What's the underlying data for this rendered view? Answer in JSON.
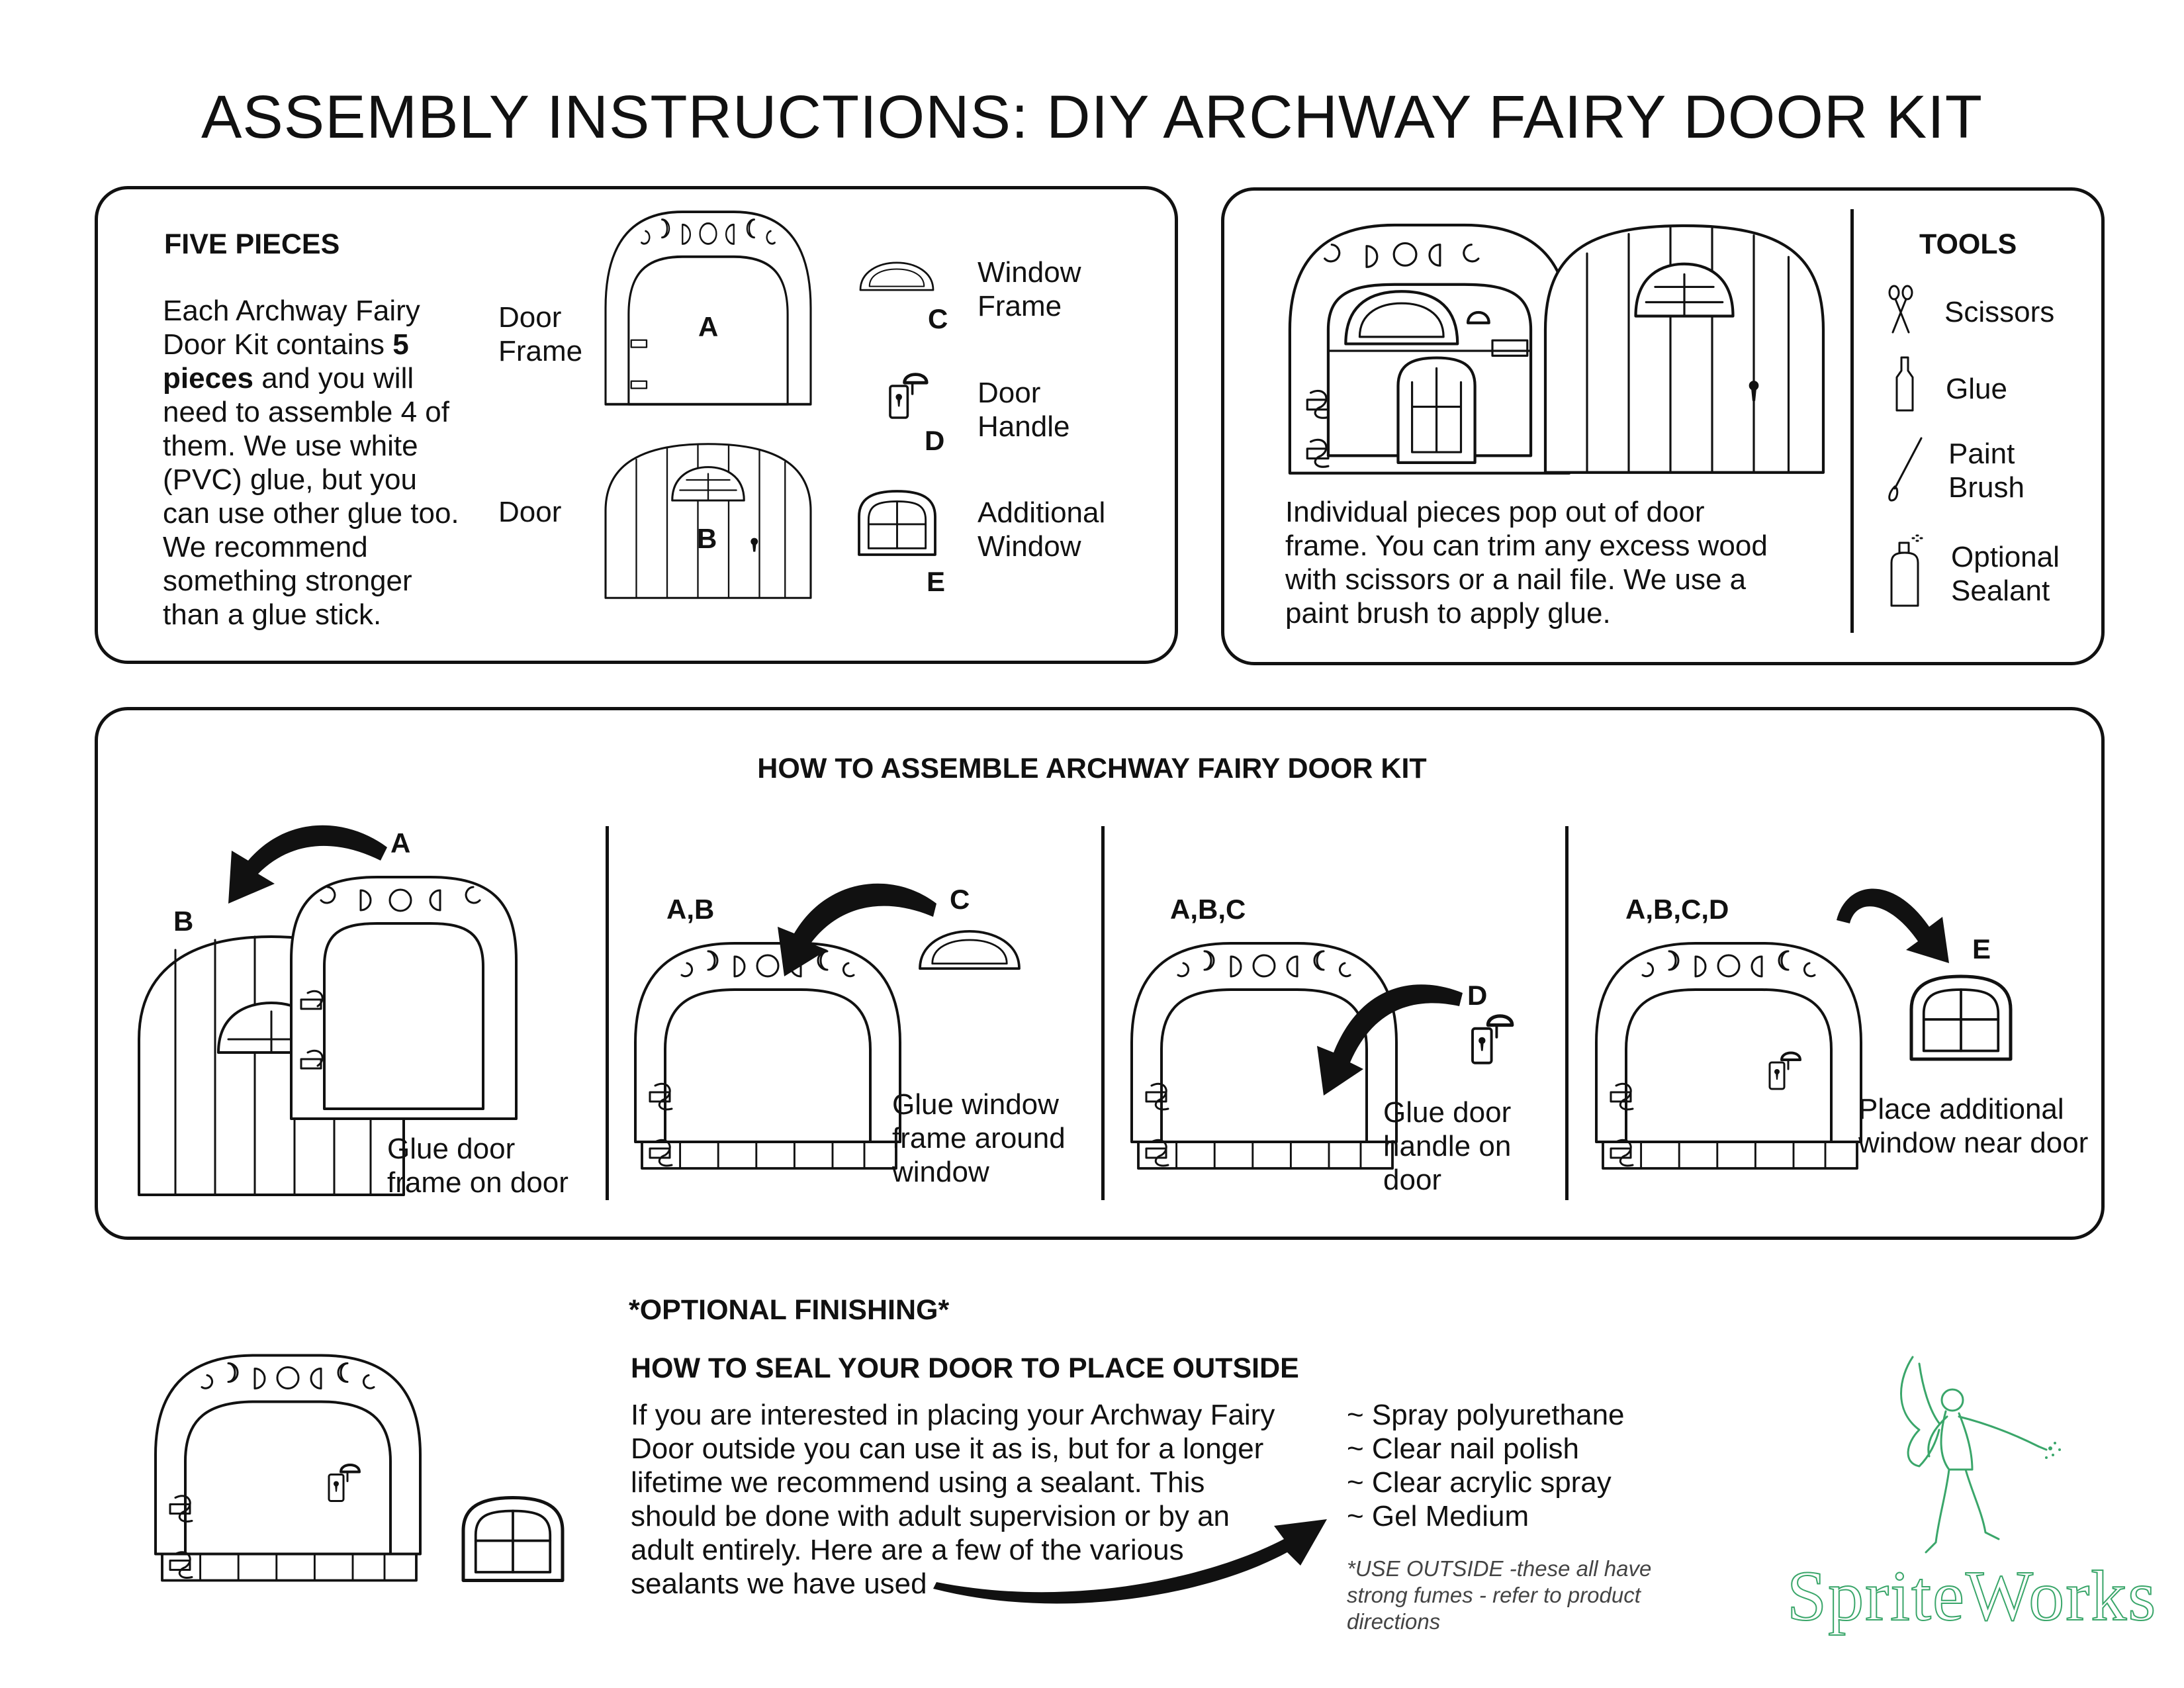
{
  "title": "ASSEMBLY INSTRUCTIONS: DIY ARCHWAY FAIRY DOOR KIT",
  "pieces": {
    "heading": "FIVE PIECES",
    "desc_pre": "Each Archway Fairy Door Kit contains ",
    "desc_bold": "5 pieces",
    "desc_post": " and you will need to assemble 4 of them. We use white (PVC) glue, but you can use other glue too. We recommend something stronger than a glue stick.",
    "door_frame_label": "Door Frame",
    "door_label": "Door",
    "window_frame_label": "Window Frame",
    "door_handle_label": "Door Handle",
    "additional_window_label": "Additional Window",
    "letters": {
      "a": "A",
      "b": "B",
      "c": "C",
      "d": "D",
      "e": "E"
    }
  },
  "popout": {
    "text": "Individual pieces pop out of door frame. You can trim any excess wood with scissors or a nail file. We use a paint brush to apply glue."
  },
  "tools": {
    "heading": "TOOLS",
    "items": [
      {
        "icon": "scissors-icon",
        "label": "Scissors"
      },
      {
        "icon": "glue-bottle-icon",
        "label": "Glue"
      },
      {
        "icon": "paint-brush-icon",
        "label": "Paint Brush"
      },
      {
        "icon": "spray-bottle-icon",
        "label": "Optional Sealant"
      }
    ]
  },
  "assemble": {
    "heading": "HOW TO ASSEMBLE ARCHWAY FAIRY DOOR KIT",
    "steps": [
      {
        "tag_left": "B",
        "tag_right": "A",
        "caption": "Glue door frame on door"
      },
      {
        "tag_left": "A,B",
        "tag_right": "C",
        "caption": "Glue window frame around window"
      },
      {
        "tag_left": "A,B,C",
        "tag_right": "D",
        "caption": "Glue door handle on door"
      },
      {
        "tag_left": "A,B,C,D",
        "tag_right": "E",
        "caption": "Place additional window near door"
      }
    ]
  },
  "finishing": {
    "optional": "*OPTIONAL FINISHING*",
    "heading": "HOW TO SEAL YOUR DOOR TO PLACE OUTSIDE",
    "body": "If you are interested in placing your Archway Fairy Door outside you can use it as is, but for a longer lifetime we recommend using a sealant. This should be done with adult supervision or by an adult entirely. Here are a few of the various sealants we have used",
    "sealants": [
      "~ Spray polyurethane",
      "~ Clear nail polish",
      "~ Clear acrylic spray",
      "~ Gel Medium"
    ],
    "warning": "*USE OUTSIDE -these all have strong fumes - refer to product directions"
  },
  "brand": {
    "logo_text": "SpriteWorks",
    "color": "#3aa66a"
  }
}
